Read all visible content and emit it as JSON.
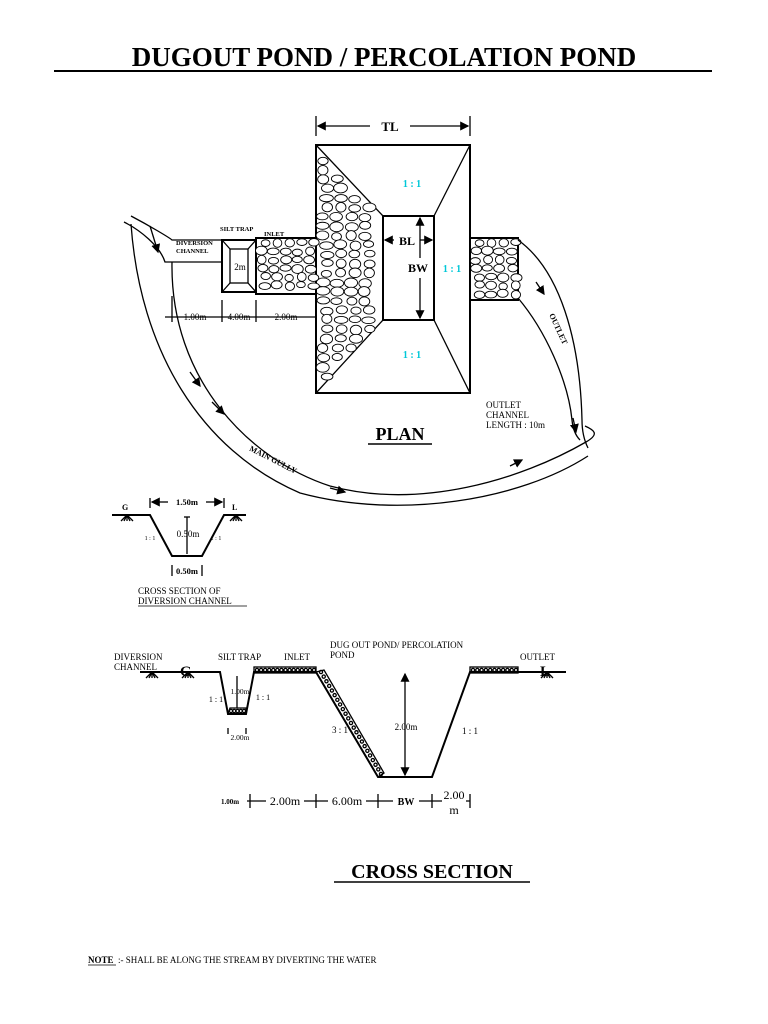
{
  "title": "DUGOUT POND / PERCOLATION POND",
  "plan": {
    "heading": "PLAN",
    "tl": "TL",
    "bl": "BL",
    "bw": "BW",
    "slope": "1 : 1",
    "silt_trap": "SILT TRAP",
    "inlet": "INLET",
    "diversion_line1": "DIVERSION",
    "diversion_line2": "CHANNEL",
    "trap_size": "2m",
    "dim_1": "1.00m",
    "dim_2": "4.00m",
    "dim_3": "2.00m",
    "outlet": "OUTLET",
    "main_gully": "MAIN GULLY",
    "outlet_channel_line1": "OUTLET",
    "outlet_channel_line2": "CHANNEL",
    "outlet_channel_line3": "LENGTH : 10m"
  },
  "diversion_section": {
    "g": "G",
    "l": "L",
    "top_width": "1.50m",
    "depth": "0.50m",
    "bottom_width": "0.50m",
    "slope": "1 : 1",
    "caption_line1": "CROSS SECTION OF",
    "caption_line2": "DIVERSION CHANNEL"
  },
  "cross_section": {
    "diversion_line1": "DIVERSION",
    "diversion_line2": "CHANNEL",
    "g": "G",
    "silt_trap": "SILT TRAP",
    "inlet": "INLET",
    "pond_line1": "DUG OUT POND/ PERCOLATION",
    "pond_line2": "POND",
    "outlet": "OUTLET",
    "l": "L",
    "trap_depth": "1.00m",
    "slope_1_1": "1 : 1",
    "trap_bottom": "2.00m",
    "slope_3_1": "3 : 1",
    "pond_depth": "2.00m",
    "dim_a": "1.00m",
    "dim_b": "2.00m",
    "dim_c": "6.00m",
    "dim_bw": "BW",
    "dim_d1": "2.00",
    "dim_d2": "m",
    "heading": "CROSS SECTION"
  },
  "note": {
    "label": "NOTE",
    "text": ":- SHALL BE ALONG THE STREAM BY DIVERTING THE WATER"
  }
}
